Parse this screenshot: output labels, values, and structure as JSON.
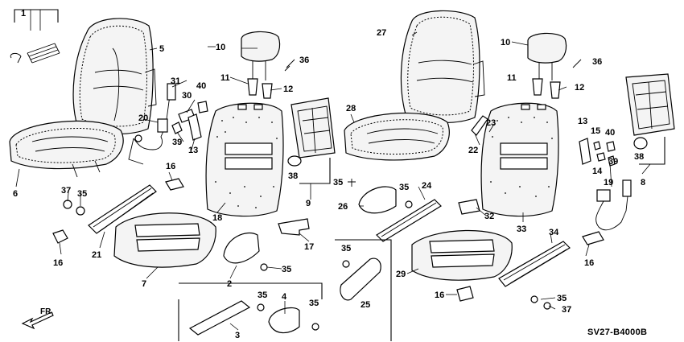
{
  "diagram": {
    "code": "SV27-B4000B",
    "direction_label": "FR.",
    "callouts": [
      "1",
      "2",
      "3",
      "4",
      "5",
      "6",
      "7",
      "8",
      "9",
      "10",
      "11",
      "12",
      "13",
      "14",
      "15",
      "16",
      "17",
      "18",
      "19",
      "20",
      "21",
      "22",
      "23",
      "24",
      "25",
      "26",
      "27",
      "28",
      "29",
      "30",
      "31",
      "32",
      "33",
      "34",
      "35",
      "36",
      "37",
      "38",
      "39",
      "40"
    ]
  }
}
